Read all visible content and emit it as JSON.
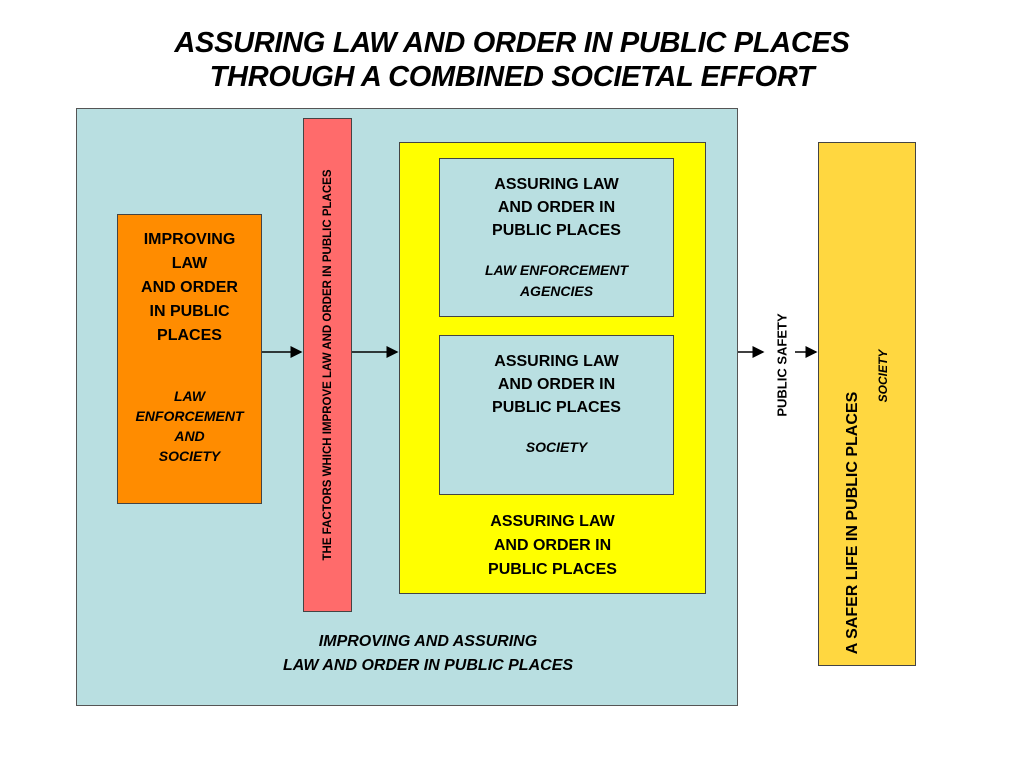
{
  "title": {
    "line1": "ASSURING LAW AND ORDER IN PUBLIC PLACES",
    "line2": "THROUGH A COMBINED SOCIETAL EFFORT"
  },
  "left_box": {
    "line1": "IMPROVING",
    "line2": "LAW",
    "line3": "AND ORDER",
    "line4": "IN PUBLIC",
    "line5": "PLACES",
    "sub1": "LAW",
    "sub2": "ENFORCEMENT",
    "sub3": "AND",
    "sub4": "SOCIETY"
  },
  "factors_bar": "THE FACTORS WHICH IMPROVE LAW AND ORDER IN PUBLIC PLACES",
  "inner_box_1": {
    "line1": "ASSURING LAW",
    "line2": "AND ORDER IN",
    "line3": "PUBLIC PLACES",
    "sub1": "LAW ENFORCEMENT",
    "sub2": "AGENCIES"
  },
  "inner_box_2": {
    "line1": "ASSURING LAW",
    "line2": "AND ORDER IN",
    "line3": "PUBLIC PLACES",
    "sub1": "SOCIETY"
  },
  "yellow_caption": {
    "line1": "ASSURING LAW",
    "line2": "AND ORDER IN",
    "line3": "PUBLIC PLACES"
  },
  "outer_caption": {
    "line1": "IMPROVING AND ASSURING",
    "line2": "LAW AND ORDER IN PUBLIC PLACES"
  },
  "public_safety": "PUBLIC SAFETY",
  "right_box": {
    "main": "A SAFER  LIFE  IN PUBLIC PLACES",
    "sub": "SOCIETY"
  },
  "colors": {
    "outer_bg": "#b9dfe1",
    "orange": "#ff8c00",
    "red_bar": "#ff6b6b",
    "yellow": "#ffff00",
    "gold": "#ffd740"
  }
}
